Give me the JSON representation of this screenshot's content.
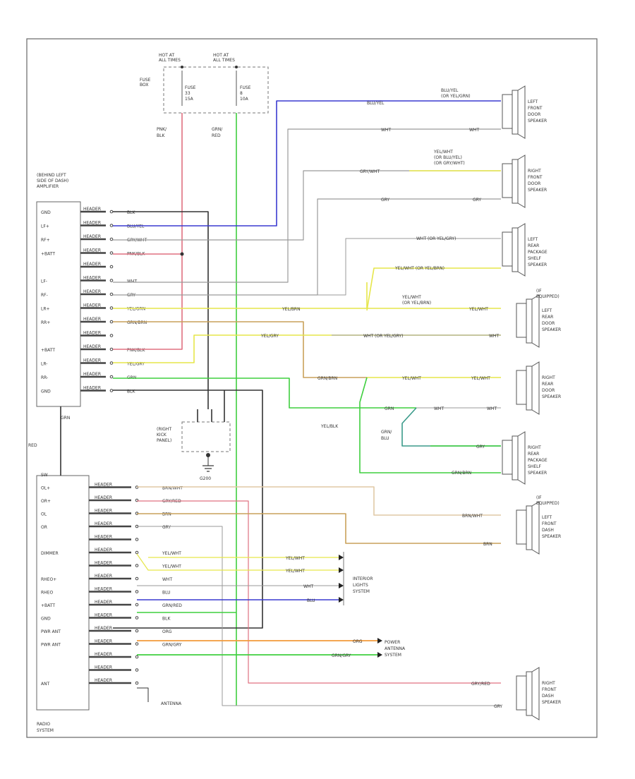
{
  "fuse_box": {
    "hot_at_left": "HOT AT\nALL TIMES",
    "hot_at_right": "HOT AT\nALL TIMES",
    "fuse_box_label": "FUSE\nBOX",
    "fuse_left": "FUSE\n33\n15A",
    "fuse_right": "FUSE\n8\n10A",
    "wire_left": "PNK/\nBLK",
    "wire_right": "GRN/\nRED"
  },
  "amplifier": {
    "title": "(BEHIND LEFT\nSIDE OF DASH)\nAMPLIFIER",
    "pins": [
      {
        "label": "GND",
        "wire": "BLK"
      },
      {
        "label": "LF+",
        "wire": "BLU/YEL"
      },
      {
        "label": "RF+",
        "wire": "GRY/WHT"
      },
      {
        "label": "+BATT",
        "wire": "PNK/BLK"
      },
      {
        "label": "",
        "wire": ""
      },
      {
        "label": "LF-",
        "wire": "WHT"
      },
      {
        "label": "RF-",
        "wire": "GRY"
      },
      {
        "label": "LR+",
        "wire": "YEL/GRN"
      },
      {
        "label": "RR+",
        "wire": "GRN/BRN"
      },
      {
        "label": "",
        "wire": ""
      },
      {
        "label": "+BATT",
        "wire": "PNK/BLK"
      },
      {
        "label": "LR-",
        "wire": "YEL/GRY"
      },
      {
        "label": "RR-",
        "wire": "GRN"
      },
      {
        "label": "GND",
        "wire": "BLK"
      }
    ],
    "bottom_wire": "GRN"
  },
  "radio": {
    "title": "RADIO\nSYSTEM",
    "top_wire": "RED",
    "pins": [
      {
        "label": "SW",
        "wire": ""
      },
      {
        "label": "OL+",
        "wire": "BRN/WHT"
      },
      {
        "label": "OR+",
        "wire": "GRY/RED"
      },
      {
        "label": "OL",
        "wire": "BRN"
      },
      {
        "label": "OR",
        "wire": "GRY"
      },
      {
        "label": "",
        "wire": ""
      },
      {
        "label": "DIMMER",
        "wire": "YEL/WHT"
      },
      {
        "label": "",
        "wire": "YEL/WHT"
      },
      {
        "label": "RHEO+",
        "wire": "WHT"
      },
      {
        "label": "RHEO",
        "wire": "BLU"
      },
      {
        "label": "+BATT",
        "wire": "GRN/RED"
      },
      {
        "label": "GND",
        "wire": "BLK"
      },
      {
        "label": "PWR ANT",
        "wire": "ORG"
      },
      {
        "label": "PWR ANT",
        "wire": "GRN/GRY"
      },
      {
        "label": "",
        "wire": ""
      },
      {
        "label": "",
        "wire": ""
      },
      {
        "label": "ANT",
        "wire": ""
      }
    ],
    "antenna_label": "ANTENNA"
  },
  "ground": {
    "title": "(RIGHT\nKICK\nPANEL)",
    "id": "G200"
  },
  "speakers": [
    {
      "name": "LEFT\nFRONT\nDOOR\nSPEAKER",
      "wire_top": "BLU/YEL\n(OR YEL/GRN)",
      "wire_mid": "BLU/YEL",
      "wire_bot": "WHT",
      "note": ""
    },
    {
      "name": "RIGHT\nFRONT\nDOOR\nSPEAKER",
      "wire_top": "YEL/WHT\n(OR BLU/YEL)\n(OR GRY/WHT)",
      "wire_mid": "GRY/WHT",
      "wire_bot": "GRY",
      "note": ""
    },
    {
      "name": "LEFT\nREAR\nPACKAGE\nSHELF\nSPEAKER",
      "wire_top": "WHT (OR YEL/GRY)",
      "wire_bot": "YEL/WHT (OR YEL/BRN)",
      "note": ""
    },
    {
      "name": "LEFT\nREAR\nDOOR\nSPEAKER",
      "wire_top": "YEL/WHT\n(OR YEL/BRN)",
      "wire_bot": "WHT (OR YEL/GRY)",
      "note": "(IF\nEQUIPPED)",
      "wire_side": "YEL/WHT",
      "wire_side2": "WHT"
    },
    {
      "name": "RIGHT\nREAR\nDOOR\nSPEAKER",
      "wire_top": "YEL/WHT",
      "wire_bot": "WHT",
      "note": ""
    },
    {
      "name": "RIGHT\nREAR\nPACKAGE\nSHELF\nSPEAKER",
      "wire_top": "GRY",
      "wire_bot": "GRN/BRN",
      "note": ""
    },
    {
      "name": "LEFT\nFRONT\nDASH\nSPEAKER",
      "wire_top": "BRN/WHT",
      "wire_bot": "BRN",
      "note": "(IF\nEQUIPPED)"
    },
    {
      "name": "RIGHT\nFRONT\nDASH\nSPEAKER",
      "wire_top": "GRY/RED",
      "wire_bot": "GRY",
      "note": ""
    }
  ],
  "mid_labels": {
    "yel_brn": "YEL/BRN",
    "yel_gry": "YEL/GRY",
    "grn_brn": "GRN/BRN",
    "yel_blk": "YEL/BLK",
    "grn_blk": "GRN/\nBLU",
    "grn_mid": "GRN",
    "wht_mid": "WHT"
  },
  "systems": {
    "interior_lights": "INTERIOR\nLIGHTS\nSYSTEM",
    "power_antenna": "POWER\nANTENNA\nSYSTEM",
    "il_wires": [
      "YEL/WHT",
      "YEL/WHT",
      "WHT",
      "BLU"
    ],
    "pa_wires": [
      "ORG",
      "GRN/GRY"
    ]
  },
  "colors": {
    "blue": "#3a3ad0",
    "gray": "#9a9a9a",
    "yellow": "#e6e64a",
    "green": "#3fcf3f",
    "pink": "#e07080",
    "orange": "#f39a3a",
    "brown": "#c9a15a",
    "tan": "#e0c9a6",
    "dark": "#333333",
    "teal": "#3a9a8a"
  }
}
